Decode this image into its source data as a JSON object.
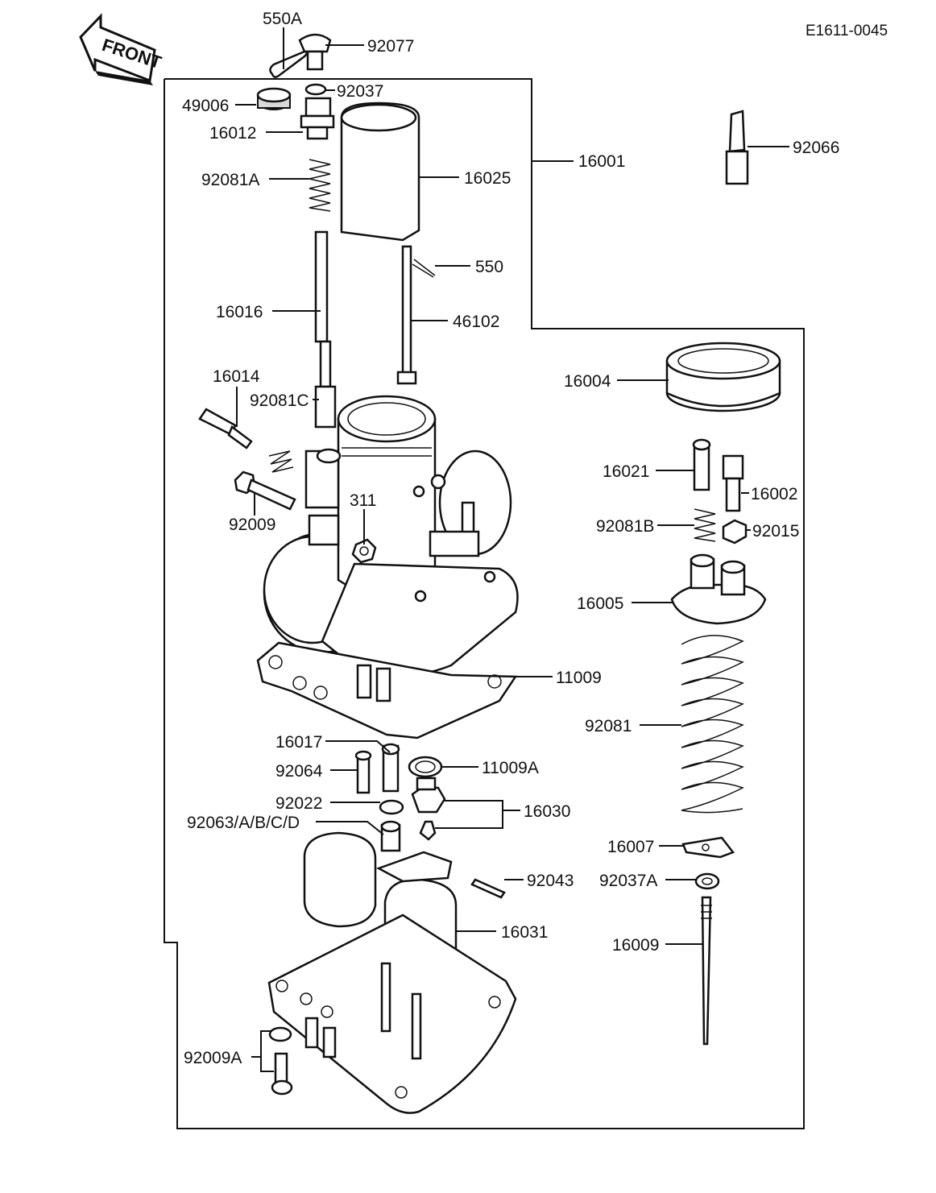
{
  "diagram_code": "E1611-0045",
  "front_label": "FRONT",
  "part_labels": {
    "p550A": "550A",
    "p92077": "92077",
    "p92037": "92037",
    "p49006": "49006",
    "p16012": "16012",
    "p16001": "16001",
    "p92066": "92066",
    "p16025": "16025",
    "p92081A": "92081A",
    "p550": "550",
    "p16016": "16016",
    "p46102": "46102",
    "p16004": "16004",
    "p16014": "16014",
    "p92081C": "92081C",
    "p311": "311",
    "p16021": "16021",
    "p16002": "16002",
    "p92009": "92009",
    "p92081B": "92081B",
    "p92015": "92015",
    "p16005": "16005",
    "p11009": "11009",
    "p92081": "92081",
    "p16017": "16017",
    "p92064": "92064",
    "p11009A": "11009A",
    "p92022": "92022",
    "p16030": "16030",
    "p92063": "92063/A/B/C/D",
    "p16007": "16007",
    "p92043": "92043",
    "p92037A": "92037A",
    "p16031": "16031",
    "p16009": "16009",
    "p92009A": "92009A"
  }
}
